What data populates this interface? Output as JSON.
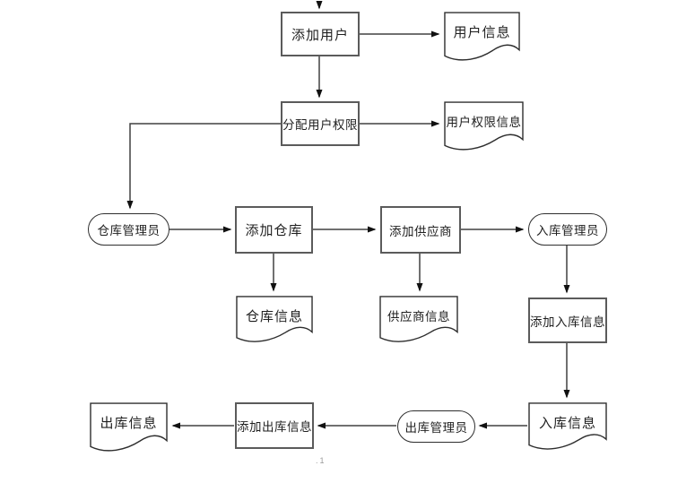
{
  "diagram": {
    "title_hidden": "",
    "background": "#ffffff",
    "line_color": "#404040",
    "box_border_color": "#5b5b5b",
    "shape_border_color": "#2e2e2e",
    "text_color": "#1f1f1f"
  },
  "nodes": {
    "add_user": {
      "type": "process",
      "label": "添加用户"
    },
    "user_info": {
      "type": "document",
      "label": "用户信息"
    },
    "assign_permissions": {
      "type": "process",
      "label": "分配用户权限"
    },
    "user_permission_info": {
      "type": "document",
      "label": "用户权限信息"
    },
    "warehouse_admin": {
      "type": "terminator",
      "label": "仓库管理员"
    },
    "add_warehouse": {
      "type": "process",
      "label": "添加仓库"
    },
    "add_supplier": {
      "type": "process",
      "label": "添加供应商"
    },
    "inbound_admin": {
      "type": "terminator",
      "label": "入库管理员"
    },
    "warehouse_info": {
      "type": "document",
      "label": "仓库信息"
    },
    "supplier_info": {
      "type": "document",
      "label": "供应商信息"
    },
    "add_inbound_info": {
      "type": "process",
      "label": "添加入库信息"
    },
    "inbound_info": {
      "type": "document",
      "label": "入库信息"
    },
    "outbound_admin": {
      "type": "terminator",
      "label": "出库管理员"
    },
    "add_outbound_info": {
      "type": "process",
      "label": "添加出库信息"
    },
    "outbound_info": {
      "type": "document",
      "label": "出库信息"
    }
  },
  "artifact": {
    "text": ".1"
  }
}
